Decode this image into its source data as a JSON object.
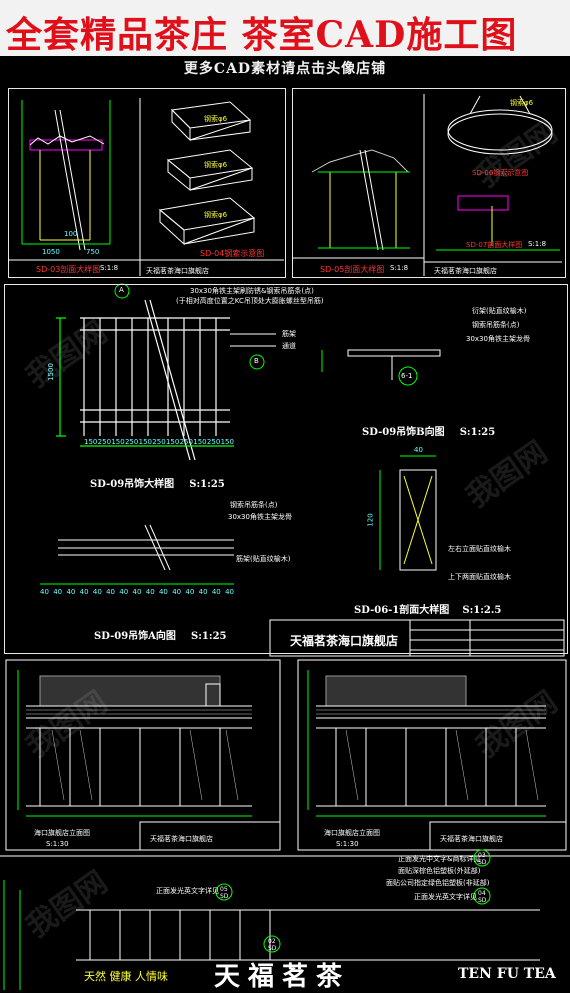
{
  "banner": {
    "title": "全套精品茶庄  茶室CAD施工图",
    "subtitle": "更多CAD素材请点击头像店铺"
  },
  "titleblock": {
    "shop_name": "天福茗茶海口旗舰店",
    "shop_name_small": "天福茗茶海口旗舰店"
  },
  "panels": {
    "sd03": {
      "label": "SD-03剖面大样图",
      "scale": "S:1:8",
      "dims": [
        "1050",
        "750",
        "100"
      ]
    },
    "sd04": {
      "label": "SD-04钢索示意图",
      "notes": [
        "钢索φ6",
        "钢索φ6",
        "钢索φ6"
      ]
    },
    "sd05": {
      "label": "SD-05剖面大样图",
      "scale": "S:1:8"
    },
    "sd06": {
      "label": "SD-06钢索示意图",
      "note": "钢索φ6"
    },
    "sd07": {
      "label": "SD-07剖面大样图",
      "scale": "S:1:8"
    }
  },
  "sd09_detail": {
    "header1": "30x30角铁主架刷防锈&钢索吊筋条(点)",
    "header2": "(于相对高度位置之KC吊顶处大膨胀螺丝型吊筋)",
    "note_top": "筋架",
    "note_mid": "通道",
    "label": "SD-09吊饰大样图",
    "scale": "S:1:25",
    "height_dim": "1500",
    "dims": [
      "150",
      "250",
      "150",
      "250",
      "150",
      "250",
      "150",
      "250",
      "150",
      "250",
      "150"
    ],
    "marker_a": "A",
    "marker_b": "B"
  },
  "sd09_b": {
    "label": "SD-09吊饰B向图",
    "scale": "S:1:25",
    "notes": [
      "衍架(贴直纹榆木)",
      "钢索吊筋条(点)",
      "30x30角铁主架龙骨"
    ],
    "tag": "6-1"
  },
  "sd09_a": {
    "label": "SD-09吊饰A向图",
    "scale": "S:1:25",
    "notes": [
      "钢索吊筋条(点)",
      "30x30角铁主架龙骨",
      "筋架(贴直纹榆木)"
    ],
    "dims": [
      "40",
      "40",
      "40",
      "40",
      "40",
      "40",
      "40",
      "40",
      "40",
      "40",
      "40",
      "40",
      "40",
      "40",
      "40"
    ]
  },
  "sd06_1": {
    "label": "SD-06-1剖面大样图",
    "scale": "S:1:2.5",
    "top_dim": "40",
    "side_dim": "120",
    "notes": [
      "左右立面贴直纹榆木",
      "上下两面贴直纹榆木"
    ]
  },
  "elev_left": {
    "label": "海口旗舰店立面图",
    "scale": "S:1:30"
  },
  "elev_right": {
    "label": "海口旗舰店立面图",
    "scale": "S:1:30"
  },
  "bottom": {
    "notes": [
      "正面发光中文字&商标详见",
      "面贴深棕色铝塑板(外延部)",
      "面贴公司指定绿色铝塑板(非延部)",
      "正面发光英文字详见",
      "正面发光英文字详见"
    ],
    "tags": [
      "03",
      "SD",
      "04",
      "SD",
      "05",
      "SD",
      "02",
      "SD"
    ],
    "sign_cn": "天然 健康 人情味",
    "brand_cn": "天福茗茶",
    "brand_en": "TEN FU TEA"
  },
  "watermark": "我图网"
}
